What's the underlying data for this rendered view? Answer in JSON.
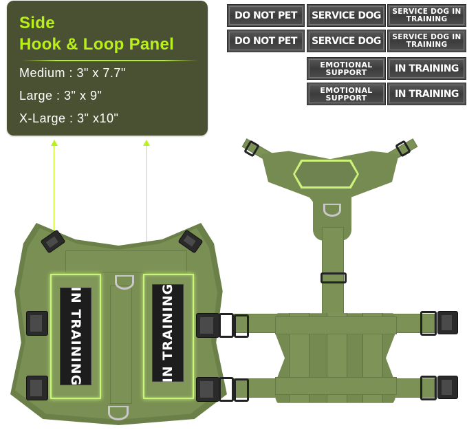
{
  "info_box": {
    "title_line1": "Side",
    "title_line2": "Hook & Loop Panel",
    "sizes": [
      "Medium : 3\" x 7.7\"",
      "Large : 3\" x 9\"",
      "X-Large : 3\"  x10\""
    ],
    "colors": {
      "background": "#4a5132",
      "title": "#b9f01c",
      "text": "#ffffff"
    }
  },
  "patches": {
    "rows": [
      [
        "DO NOT PET",
        "SERVICE DOG",
        "SERVICE DOG IN TRAINING"
      ],
      [
        "DO NOT PET",
        "SERVICE DOG",
        "SERVICE DOG IN TRAINING"
      ],
      [
        "EMOTIONAL SUPPORT",
        "IN TRAINING"
      ],
      [
        "EMOTIONAL SUPPORT",
        "IN TRAINING"
      ]
    ]
  },
  "vest": {
    "left_patch": "IN TRAINING",
    "right_patch": "IN TRAINING",
    "color": "#73884e",
    "highlight": "#c9f57a"
  }
}
